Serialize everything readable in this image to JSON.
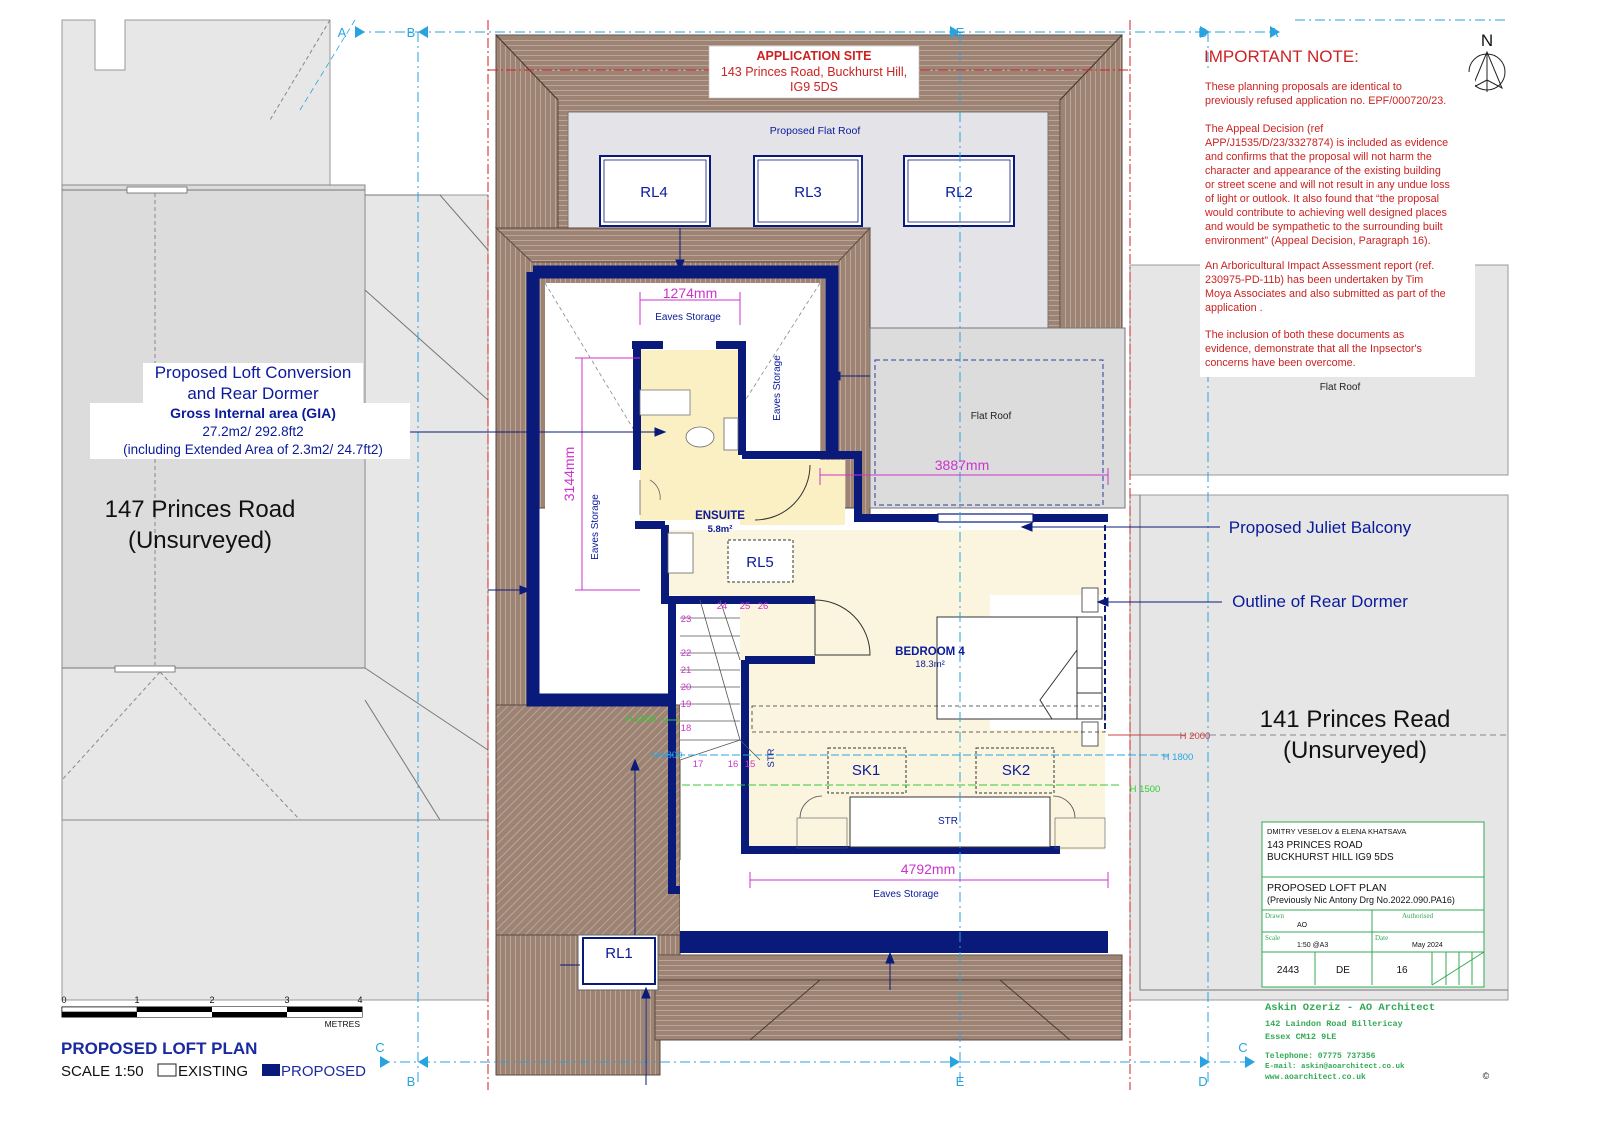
{
  "application_site": {
    "title": "APPLICATION SITE",
    "address_line1": "143 Princes Road, Buckhurst Hill,",
    "address_line2": "IG9 5DS"
  },
  "important_note": {
    "heading": "IMPORTANT NOTE:",
    "p1": [
      "These planning proposals are identical to",
      "previously refused application no. EPF/000720/23."
    ],
    "p2": [
      "The Appeal Decision (ref",
      "APP/J1535/D/23/3327874) is included as evidence",
      "and confirms that the proposal will not harm the",
      "character and appearance of the existing building",
      "or street scene and will not result in any undue loss",
      "of light or outlook. It also found that “the proposal",
      "would contribute to achieving well designed places",
      "and would be sympathetic to the surrounding built",
      "environment” (Appeal Decision, Paragraph 16)."
    ],
    "p3": [
      "An Arboricultural Impact Assessment report (ref.",
      "230975-PD-11b) has been undertaken by Tim",
      "Moya Associates and also submitted as part of the",
      "application ."
    ],
    "p4": [
      "The inclusion of both these documents as",
      "evidence, demonstrate that all the Inpsector's",
      "concerns have been overcome."
    ]
  },
  "north_label": "N",
  "gia_callout": {
    "line1": "Proposed Loft Conversion",
    "line2": "and Rear Dormer",
    "line3": "Gross Internal area (GIA)",
    "line4": "27.2m2/ 292.8ft2",
    "line5": "(including Extended Area of 2.3m2/ 24.7ft2)"
  },
  "neighbours": {
    "left_line1": "147 Princes Road",
    "left_line2": "(Unsurveyed)",
    "right_line1": "141 Princes Read",
    "right_line2": "(Unsurveyed)"
  },
  "callouts": {
    "juliet": "Proposed Juliet Balcony",
    "dormer": "Outline of Rear Dormer"
  },
  "roof": {
    "proposed_flat_roof": "Proposed Flat Roof",
    "flat_roof": "Flat Roof",
    "flat_roof_right": "Flat Roof"
  },
  "rooflights": {
    "rl1": "RL1",
    "rl2": "RL2",
    "rl3": "RL3",
    "rl4": "RL4",
    "rl5": "RL5"
  },
  "rooms": {
    "ensuite": "ENSUITE",
    "ensuite_area": "5.8m²",
    "bedroom": "BEDROOM 4",
    "bedroom_area": "18.3m²",
    "sk1": "SK1",
    "sk2": "SK2",
    "str": "STR",
    "str_vertical": "STR"
  },
  "eaves": {
    "top": "Eaves Storage",
    "right_vertical": "Eaves Storage",
    "left_vertical": "Eaves Storage",
    "bottom": "Eaves Storage"
  },
  "dimensions": {
    "d1274": "1274mm",
    "d3144": "3144mm",
    "d3887": "3887mm",
    "d4792": "4792mm"
  },
  "heights": {
    "h1500a": "H 1500",
    "h1800a": "H 1800",
    "h2000": "H 2000",
    "h1800b": "H 1800",
    "h1500b": "H 1500"
  },
  "stairs": [
    "24",
    "25",
    "26",
    "23",
    "22",
    "21",
    "20",
    "19",
    "18",
    "17",
    "16",
    "15"
  ],
  "section_marks": {
    "a": "A",
    "b": "B",
    "c": "C",
    "d": "D",
    "e": "E"
  },
  "scale_bar": {
    "ticks": [
      "0",
      "1",
      "2",
      "3",
      "4"
    ],
    "unit": "METRES"
  },
  "legend": {
    "title": "PROPOSED LOFT PLAN",
    "scale": "SCALE 1:50",
    "existing": "EXISTING",
    "proposed": "PROPOSED"
  },
  "title_block": {
    "client": "DMITRY VESELOV & ELENA KHATSAVA",
    "address1": "143 PRINCES ROAD",
    "address2": "BUCKHURST HILL   IG9 5DS",
    "drawing_title": "PROPOSED LOFT PLAN",
    "drawing_subtitle": "(Previously Nic Antony Drg No.2022.090.PA16)",
    "drawn_label": "Drawn",
    "drawn_value": "AO",
    "authorised_label": "Authorised",
    "scale_label": "Scale",
    "scale_value": "1:50 @A3",
    "date_label": "Date",
    "date_value": "May 2024",
    "job_no": "2443",
    "drg_code": "DE",
    "drg_no": "16"
  },
  "architect": {
    "name": "Askin Ozeriz - AO Architect",
    "address1": "142 Laindon Road          Billericay",
    "address2": "Essex                                   CM12 9LE",
    "telephone": "Telephone:  07775 737356",
    "email": "E-mail:  askin@aoarchitect.co.uk",
    "web": "www.aoarchitect.co.uk",
    "copyright": "©"
  },
  "colors": {
    "wall": "#0a1a7a",
    "dimension": "#cc33cc",
    "note_red": "#cc2222",
    "section_blue": "#29a3e0",
    "height_green": "#33cc33",
    "room_fill": "#fbf5df",
    "wet_fill": "#fbefc4",
    "roof_brown": "#9a8170",
    "neighbour_grey": "#e6e6e6"
  }
}
